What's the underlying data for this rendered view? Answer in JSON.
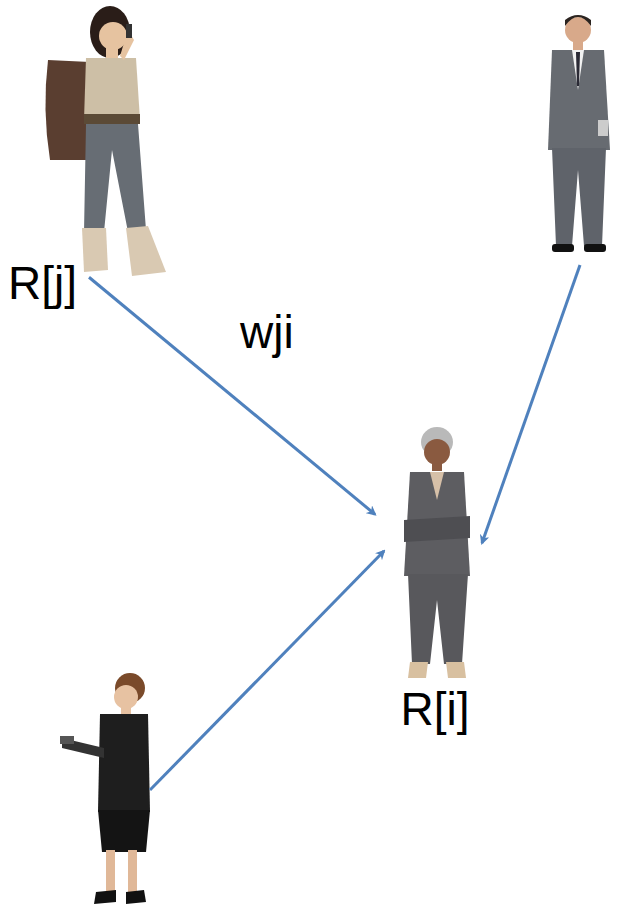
{
  "diagram": {
    "nodes": [
      {
        "text": [
          "R[j]"
        ]
      },
      {
        "text": [
          "R[i]"
        ]
      }
    ],
    "edges": [
      {
        "from": 0,
        "to": 1,
        "label": "wji",
        "arrow": "to"
      }
    ]
  }
}
